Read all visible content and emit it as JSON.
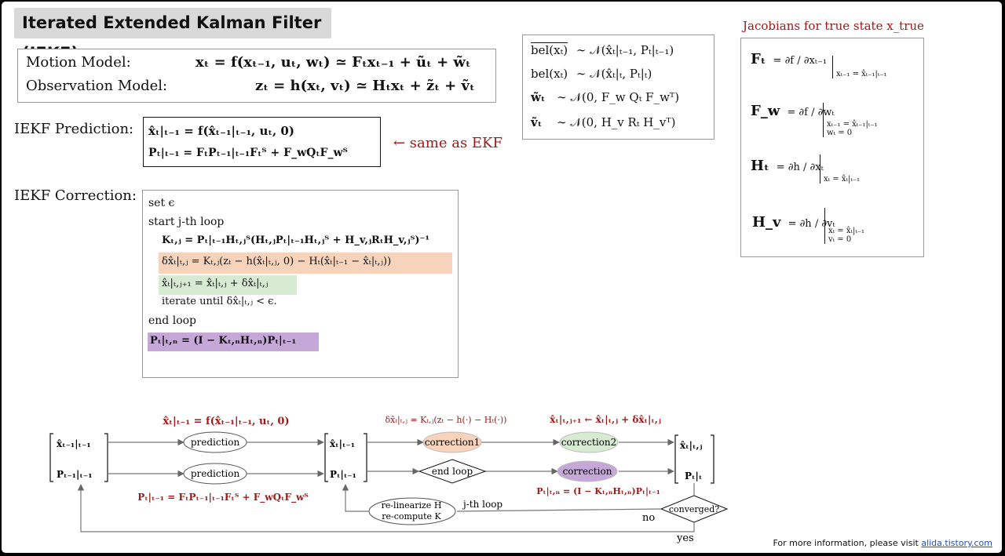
{
  "title": "Iterated Extended Kalman Filter (IEKF)",
  "models": {
    "motion_label": "Motion Model:",
    "motion_eq": "xₜ = f(xₜ₋₁, uₜ, wₜ) ≃ Fₜxₜ₋₁ + ũₜ + w̃ₜ",
    "observation_label": "Observation Model:",
    "observation_eq": "zₜ = h(xₜ, vₜ) ≃ Hₜxₜ + z̃ₜ + ṽₜ"
  },
  "distributions": [
    {
      "lhs": "bel(xₜ)",
      "rhs": "∼ 𝒩(x̂ₜ|ₜ₋₁, Pₜ|ₜ₋₁)"
    },
    {
      "lhs": "bel(xₜ)",
      "rhs": "∼ 𝒩(x̂ₜ|ₜ, Pₜ|ₜ)"
    },
    {
      "lhs": "w̃ₜ",
      "rhs": "∼ 𝒩(0, F_w Qₜ F_wᵀ)"
    },
    {
      "lhs": "ṽₜ",
      "rhs": "∼ 𝒩(0, H_v Rₜ H_vᵀ)"
    }
  ],
  "prediction": {
    "label": "IEKF Prediction:",
    "eq1": "x̂ₜ|ₜ₋₁ = f(x̂ₜ₋₁|ₜ₋₁, uₜ, 0)",
    "eq2": "Pₜ|ₜ₋₁ = FₜPₜ₋₁|ₜ₋₁Fₜᵀ + F_wQₜF_wᵀ",
    "note": "← same as EKF"
  },
  "correction": {
    "label": "IEKF Correction:",
    "lines": {
      "set": "set ϵ",
      "start": "start j-th loop",
      "gain": "Kₜ,ⱼ = Pₜ|ₜ₋₁Hₜ,ⱼᵀ(Hₜ,ⱼPₜ|ₜ₋₁Hₜ,ⱼᵀ + H_v,ⱼRₜH_v,ⱼᵀ)⁻¹",
      "delta": "δx̂ₜ|ₜ,ⱼ = Kₜ,ⱼ(zₜ − h(x̂ₜ|ₜ,ⱼ, 0) − Hₜ(x̂ₜ|ₜ₋₁ − x̂ₜ|ₜ,ⱼ))",
      "update": "x̂ₜ|ₜ,ⱼ₊₁ = x̂ₜ|ₜ,ⱼ + δx̂ₜ|ₜ,ⱼ",
      "iterate": "iterate until δx̂ₜ|ₜ,ⱼ < ϵ.",
      "end": "end loop",
      "cov": "Pₜ|ₜ,ₙ = (I − Kₜ,ₙHₜ,ₙ)Pₜ|ₜ₋₁"
    }
  },
  "jacobians": {
    "title": "Jacobians for true state x_true",
    "items": [
      {
        "name": "Fₜ",
        "expr": "= ∂f / ∂xₜ₋₁",
        "eval": "xₜ₋₁ = x̂ₜ₋₁|ₜ₋₁",
        "eval2": ""
      },
      {
        "name": "F_w",
        "expr": "= ∂f / ∂wₜ",
        "eval": "xₜ₋₁ = x̂ₜ₋₁|ₜ₋₁",
        "eval2": "wₜ = 0"
      },
      {
        "name": "Hₜ",
        "expr": "= ∂h / ∂xₜ",
        "eval": "xₜ = x̂ₜ|ₜ₋₁",
        "eval2": ""
      },
      {
        "name": "H_v",
        "expr": "= ∂h / ∂vₜ",
        "eval": "xₜ = x̂ₜ|ₜ₋₁",
        "eval2": "vₜ = 0"
      }
    ]
  },
  "flow": {
    "node_x_prev": "x̂ₜ₋₁|ₜ₋₁",
    "node_p_prev": "Pₜ₋₁|ₜ₋₁",
    "prediction_x": "prediction",
    "prediction_p": "prediction",
    "eq_pred_x": "x̂ₜ|ₜ₋₁ = f(x̂ₜ₋₁|ₜ₋₁, uₜ, 0)",
    "eq_pred_p": "Pₜ|ₜ₋₁ = FₜPₜ₋₁|ₜ₋₁Fₜᵀ + F_wQₜF_wᵀ",
    "node_x_mid": "x̂ₜ|ₜ₋₁",
    "node_p_mid": "Pₜ|ₜ₋₁",
    "correction1": "correction1",
    "correction2": "correction2",
    "end_loop": "end loop",
    "correction": "correction",
    "eq_corr1": "δx̂ₜ|ₜ,ⱼ = Kₜ,ⱼ(zₜ − h(·) − Hₜ(·))",
    "eq_corr2": "x̂ₜ|ₜ,ⱼ₊₁ ← x̂ₜ|ₜ,ⱼ + δx̂ₜ|ₜ,ⱼ",
    "eq_corr_p": "Pₜ|ₜ,ₙ = (I − Kₜ,ₙHₜ,ₙ)Pₜ|ₜ₋₁",
    "node_x_out": "x̂ₜ|ₜ,ⱼ",
    "node_p_out": "Pₜ|ₜ",
    "relin1": "re-linearize H",
    "relin2": "re-compute K",
    "jth_loop": "j-th loop",
    "converged": "converged?",
    "no": "no",
    "yes": "yes"
  },
  "footer": {
    "text": "For more information, please visit ",
    "link": "alida.tistory.com"
  },
  "colors": {
    "accent_red": "#a01818",
    "orange": "#f7d3bb",
    "green": "#d6ebd2",
    "purple": "#c6a8d8"
  }
}
